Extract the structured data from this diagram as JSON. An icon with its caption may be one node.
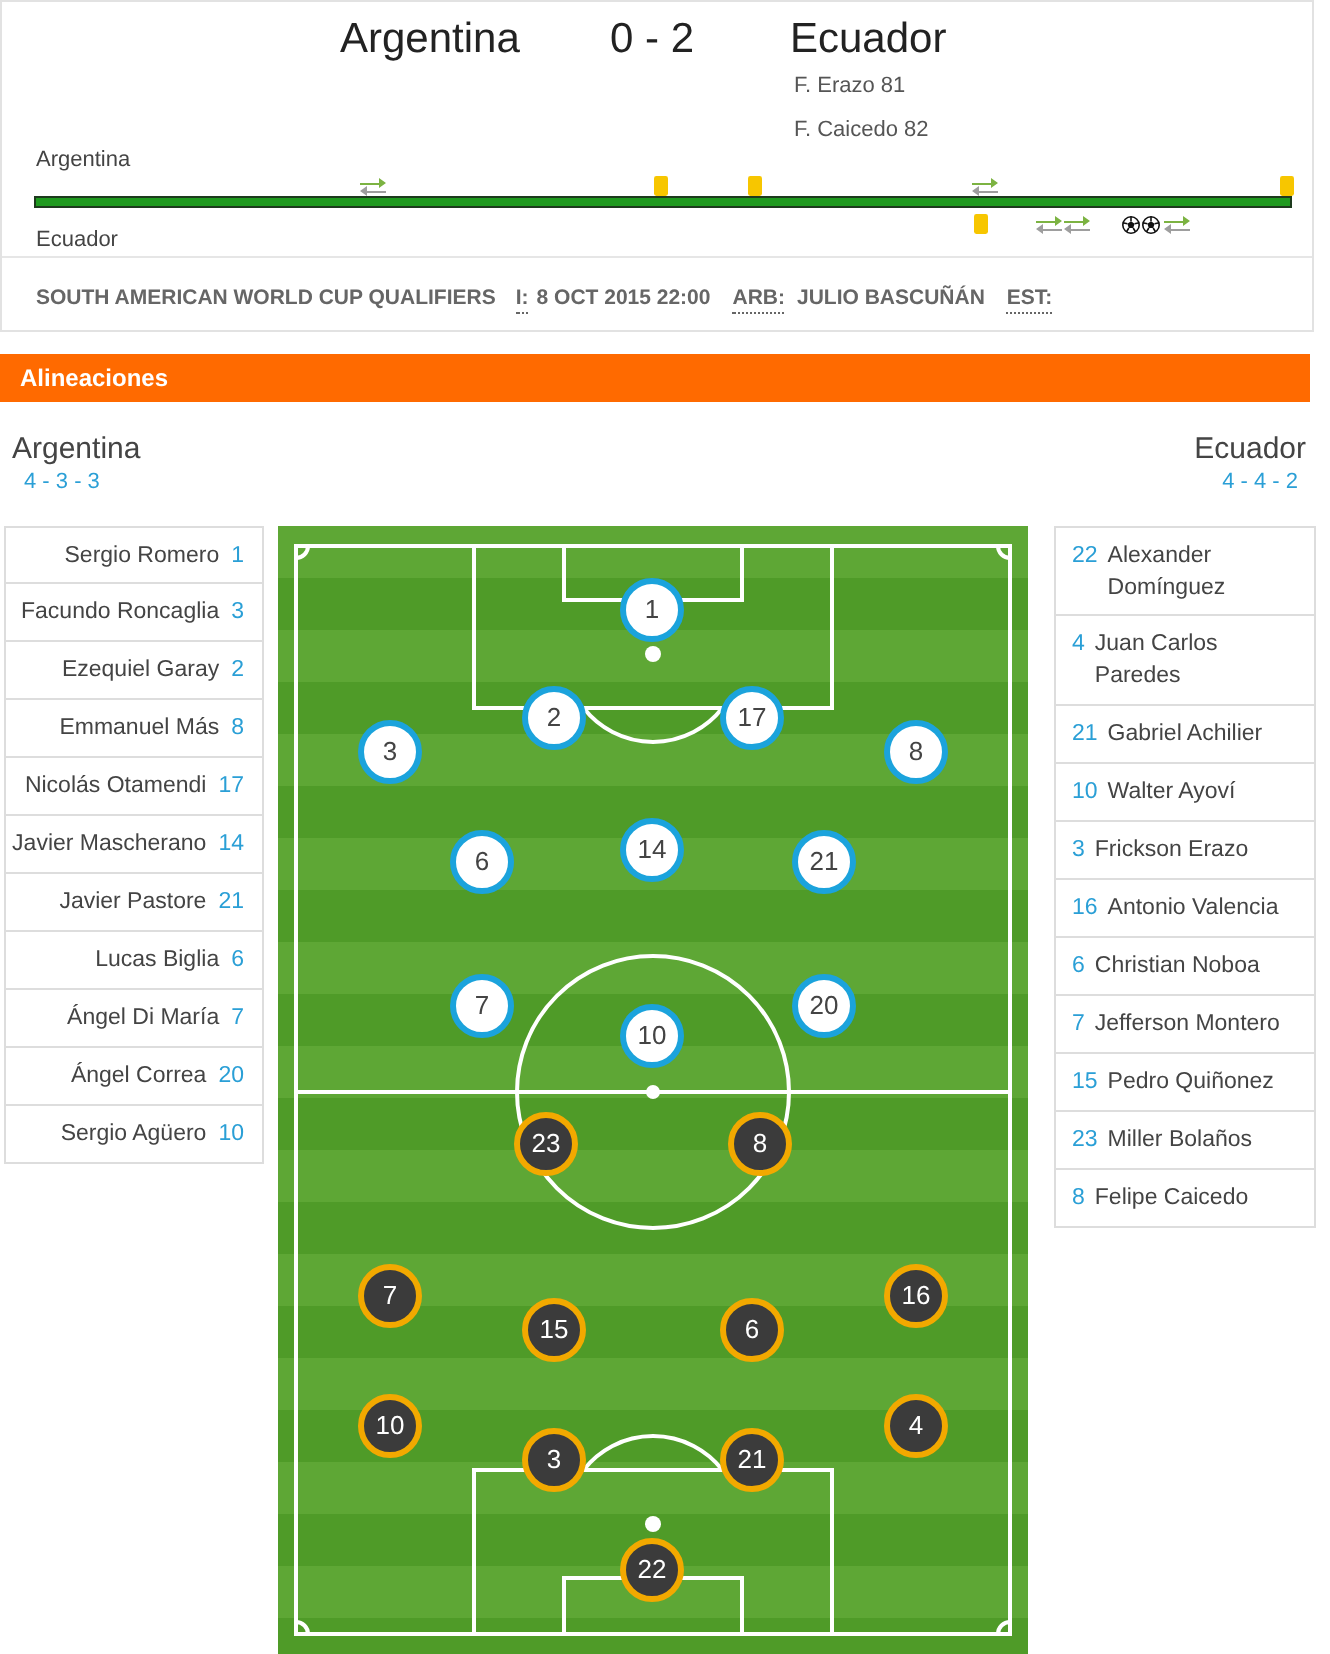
{
  "diagram": {
    "nodes": [
      {
        "text": [
          "Alineaciones"
        ]
      },
      {
        "text": [
          "Sergio Romero",
          "1"
        ]
      },
      {
        "text": [
          "Facundo Roncaglia",
          "3"
        ]
      },
      {
        "text": [
          "Ezequiel Garay",
          "2"
        ]
      },
      {
        "text": [
          "Emmanuel Más",
          "8"
        ]
      },
      {
        "text": [
          "Nicolás Otamendi",
          "17"
        ]
      },
      {
        "text": [
          "Javier Mascherano",
          "14"
        ]
      },
      {
        "text": [
          "Javier Pastore",
          "21"
        ]
      },
      {
        "text": [
          "Lucas Biglia",
          "6"
        ]
      },
      {
        "text": [
          "Ángel Di María",
          "7"
        ]
      },
      {
        "text": [
          "Ángel Correa",
          "20"
        ]
      },
      {
        "text": [
          "Sergio Agüero",
          "10"
        ]
      },
      {
        "text": [
          "22",
          "Alexander Domínguez"
        ]
      },
      {
        "text": [
          "4",
          "Juan Carlos Paredes"
        ]
      },
      {
        "text": [
          "21",
          "Gabriel Achilier"
        ]
      },
      {
        "text": [
          "10",
          "Walter Ayoví"
        ]
      },
      {
        "text": [
          "3",
          "Frickson Erazo"
        ]
      },
      {
        "text": [
          "16",
          "Antonio Valencia"
        ]
      },
      {
        "text": [
          "6",
          "Christian Noboa"
        ]
      },
      {
        "text": [
          "7",
          "Jefferson Montero"
        ]
      },
      {
        "text": [
          "15",
          "Pedro Quiñonez"
        ]
      },
      {
        "text": [
          "23",
          "Miller Bolaños"
        ]
      },
      {
        "text": [
          "8",
          "Felipe Caicedo"
        ]
      },
      {
        "text": [
          "1"
        ]
      },
      {
        "text": [
          "2"
        ]
      },
      {
        "text": [
          "17"
        ]
      },
      {
        "text": [
          "3"
        ]
      },
      {
        "text": [
          "8"
        ]
      },
      {
        "text": [
          "14"
        ]
      },
      {
        "text": [
          "6"
        ]
      },
      {
        "text": [
          "21"
        ]
      },
      {
        "text": [
          "7"
        ]
      },
      {
        "text": [
          "20"
        ]
      },
      {
        "text": [
          "10"
        ]
      },
      {
        "text": [
          "23"
        ]
      },
      {
        "text": [
          "8"
        ]
      },
      {
        "text": [
          "7"
        ]
      },
      {
        "text": [
          "16"
        ]
      },
      {
        "text": [
          "15"
        ]
      },
      {
        "text": [
          "6"
        ]
      },
      {
        "text": [
          "10"
        ]
      },
      {
        "text": [
          "4"
        ]
      },
      {
        "text": [
          "3"
        ]
      },
      {
        "text": [
          "21"
        ]
      },
      {
        "text": [
          "22"
        ]
      }
    ],
    "labels": [
      "Argentina",
      "0 - 2",
      "Ecuador",
      "F. Erazo 81",
      "F. Caicedo 82",
      "Argentina",
      "Ecuador",
      "SOUTH AMERICAN WORLD CUP QUALIFIERS",
      "I:",
      "8 OCT 2015 22:00",
      "ARB:",
      "JULIO BASCUÑÁN",
      "EST:",
      "Argentina",
      "4 - 3 - 3",
      "Ecuador",
      "4 - 4 - 2"
    ]
  }
}
